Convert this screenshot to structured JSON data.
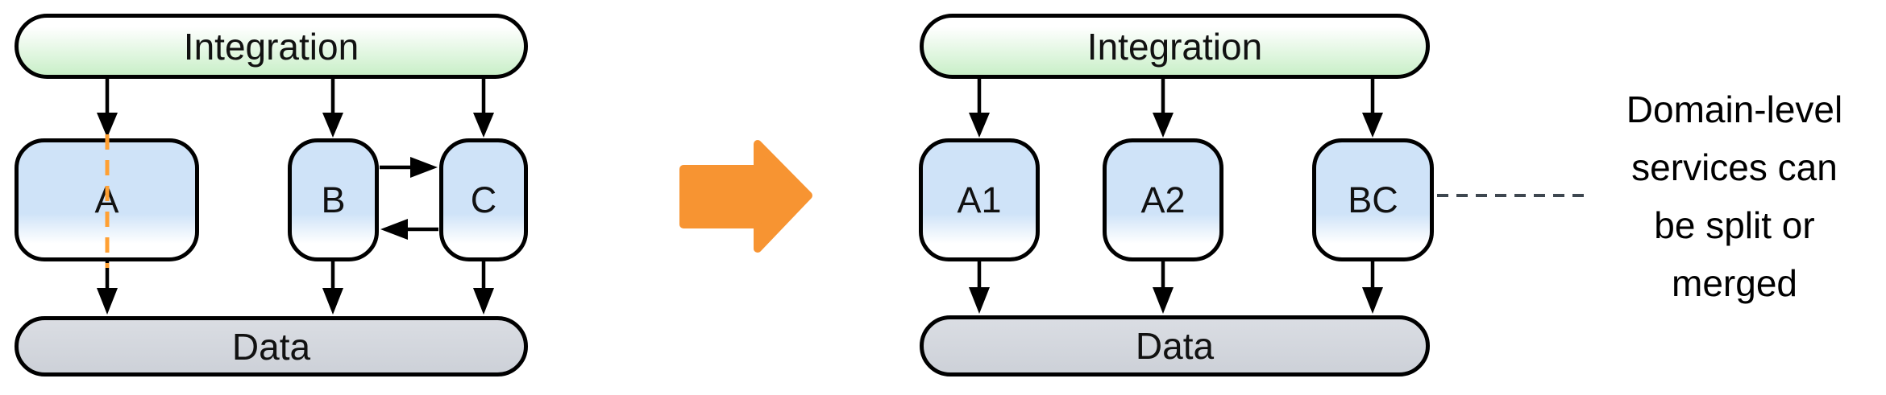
{
  "colors": {
    "accent_orange": "#F79432",
    "split_line_orange": "#FFA033",
    "connector_gray": "#3E4750",
    "green_bottom": "#C9EFC8",
    "blue_top": "#CFE3F8",
    "gray_top": "#DADDE3",
    "gray_bottom": "#CDD1D8"
  },
  "left_diagram": {
    "integration_label": "Integration",
    "data_label": "Data",
    "services": [
      {
        "label": "A"
      },
      {
        "label": "B"
      },
      {
        "label": "C"
      }
    ]
  },
  "right_diagram": {
    "integration_label": "Integration",
    "data_label": "Data",
    "services": [
      {
        "label": "A1"
      },
      {
        "label": "A2"
      },
      {
        "label": "BC"
      }
    ]
  },
  "annotation": {
    "text": "Domain-level services can be split or merged",
    "lines": [
      "Domain-level",
      "services can",
      "be split or",
      "merged"
    ]
  }
}
